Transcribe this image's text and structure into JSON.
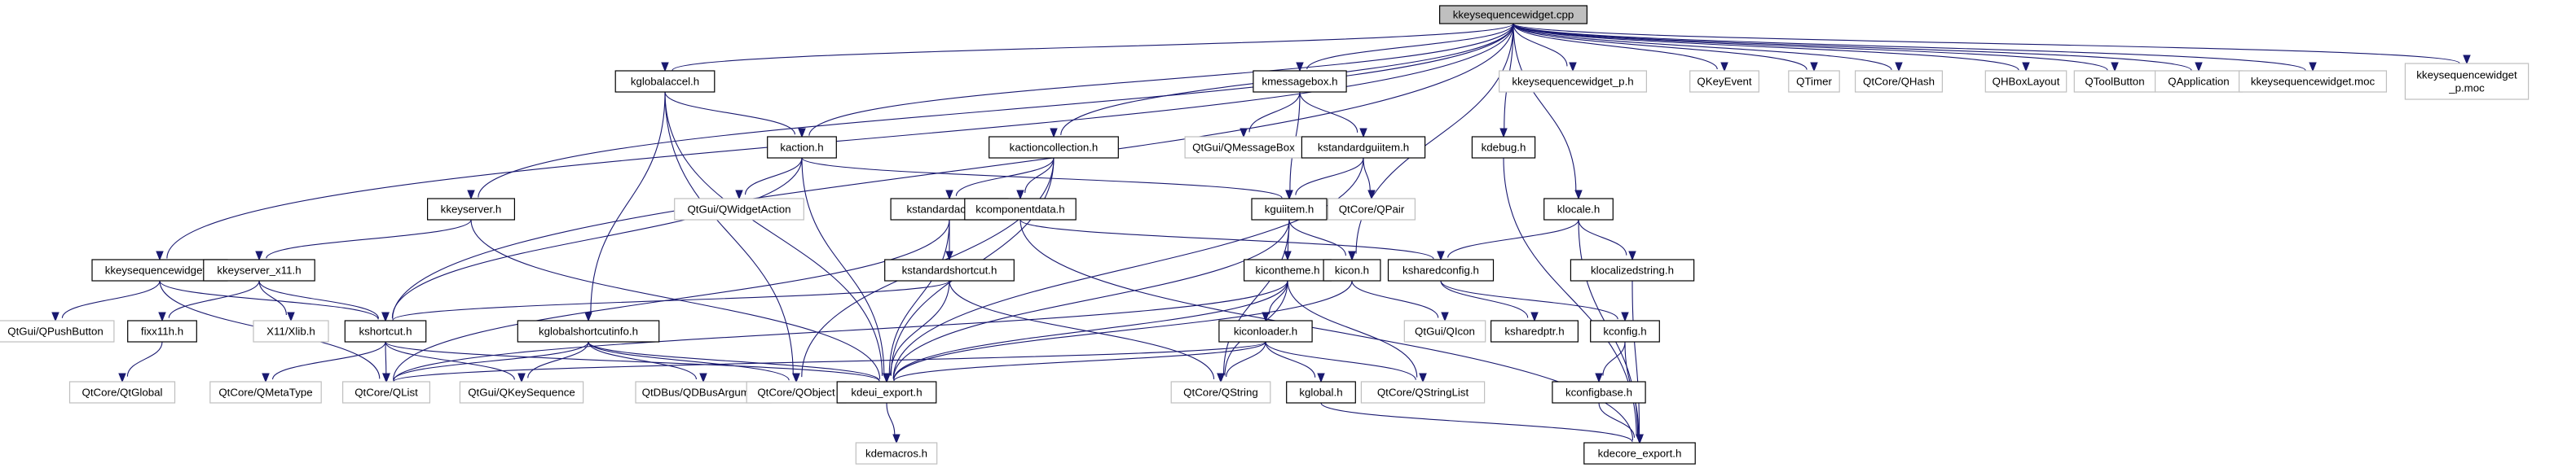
{
  "title": "kkeysequencewidget.cpp include dependency graph",
  "colors": {
    "edge": "#191970",
    "root_fill": "#bfbfbf",
    "internal_border": "#000000",
    "external_border": "#bfbfbf"
  },
  "nodes": [
    {
      "id": "root",
      "label": "kkeysequencewidget.cpp",
      "kind": "root"
    },
    {
      "id": "kglobalaccel",
      "label": "kglobalaccel.h",
      "kind": "internal"
    },
    {
      "id": "kmessagebox",
      "label": "kmessagebox.h",
      "kind": "internal"
    },
    {
      "id": "kkeysequencewidget_p_h",
      "label": "kkeysequencewidget_p.h",
      "kind": "external"
    },
    {
      "id": "QKeyEvent",
      "label": "QKeyEvent",
      "kind": "external"
    },
    {
      "id": "QTimer",
      "label": "QTimer",
      "kind": "external"
    },
    {
      "id": "QHash",
      "label": "QtCore/QHash",
      "kind": "external"
    },
    {
      "id": "QHBoxLayout",
      "label": "QHBoxLayout",
      "kind": "external"
    },
    {
      "id": "QToolButton",
      "label": "QToolButton",
      "kind": "external"
    },
    {
      "id": "QApplication",
      "label": "QApplication",
      "kind": "external"
    },
    {
      "id": "kkeysequencewidget_moc",
      "label": "kkeysequencewidget.moc",
      "kind": "external"
    },
    {
      "id": "kkeysequencewidget_p_moc",
      "label": [
        "kkeysequencewidget",
        "_p.moc"
      ],
      "kind": "external"
    },
    {
      "id": "kaction",
      "label": "kaction.h",
      "kind": "internal"
    },
    {
      "id": "kactioncollection",
      "label": "kactioncollection.h",
      "kind": "internal"
    },
    {
      "id": "QMessageBox",
      "label": "QtGui/QMessageBox",
      "kind": "external"
    },
    {
      "id": "kstandardguiitem",
      "label": "kstandardguiitem.h",
      "kind": "internal"
    },
    {
      "id": "kdebug",
      "label": "kdebug.h",
      "kind": "internal"
    },
    {
      "id": "kkeyserver",
      "label": "kkeyserver.h",
      "kind": "internal"
    },
    {
      "id": "QWidgetAction",
      "label": "QtGui/QWidgetAction",
      "kind": "external"
    },
    {
      "id": "kstandardaction",
      "label": "kstandardaction.h",
      "kind": "internal"
    },
    {
      "id": "kcomponentdata",
      "label": "kcomponentdata.h",
      "kind": "internal"
    },
    {
      "id": "kguiitem",
      "label": "kguiitem.h",
      "kind": "internal"
    },
    {
      "id": "QPair",
      "label": "QtCore/QPair",
      "kind": "external"
    },
    {
      "id": "klocale",
      "label": "klocale.h",
      "kind": "internal"
    },
    {
      "id": "kkeysequencewidget_h",
      "label": "kkeysequencewidget.h",
      "kind": "internal"
    },
    {
      "id": "kkeyserver_x11",
      "label": "kkeyserver_x11.h",
      "kind": "internal"
    },
    {
      "id": "kstandardshortcut",
      "label": "kstandardshortcut.h",
      "kind": "internal"
    },
    {
      "id": "kicontheme",
      "label": "kicontheme.h",
      "kind": "internal"
    },
    {
      "id": "kicon",
      "label": "kicon.h",
      "kind": "internal"
    },
    {
      "id": "ksharedconfig",
      "label": "ksharedconfig.h",
      "kind": "internal"
    },
    {
      "id": "klocalizedstring",
      "label": "klocalizedstring.h",
      "kind": "internal"
    },
    {
      "id": "QPushButton",
      "label": "QtGui/QPushButton",
      "kind": "external"
    },
    {
      "id": "fixx11h",
      "label": "fixx11h.h",
      "kind": "internal"
    },
    {
      "id": "Xlib",
      "label": "X11/Xlib.h",
      "kind": "external"
    },
    {
      "id": "kshortcut",
      "label": "kshortcut.h",
      "kind": "internal"
    },
    {
      "id": "kglobalshortcutinfo",
      "label": "kglobalshortcutinfo.h",
      "kind": "internal"
    },
    {
      "id": "kiconloader",
      "label": "kiconloader.h",
      "kind": "internal"
    },
    {
      "id": "QIcon",
      "label": "QtGui/QIcon",
      "kind": "external"
    },
    {
      "id": "ksharedptr",
      "label": "ksharedptr.h",
      "kind": "internal"
    },
    {
      "id": "kconfig",
      "label": "kconfig.h",
      "kind": "internal"
    },
    {
      "id": "QtGlobal",
      "label": "QtCore/QtGlobal",
      "kind": "external"
    },
    {
      "id": "QMetaType",
      "label": "QtCore/QMetaType",
      "kind": "external"
    },
    {
      "id": "QList",
      "label": "QtCore/QList",
      "kind": "external"
    },
    {
      "id": "QKeySequence",
      "label": "QtGui/QKeySequence",
      "kind": "external"
    },
    {
      "id": "QDBusArgument",
      "label": "QtDBus/QDBusArgument",
      "kind": "external"
    },
    {
      "id": "QObject",
      "label": "QtCore/QObject",
      "kind": "external"
    },
    {
      "id": "kdeui_export",
      "label": "kdeui_export.h",
      "kind": "internal"
    },
    {
      "id": "QString",
      "label": "QtCore/QString",
      "kind": "external"
    },
    {
      "id": "kglobal",
      "label": "kglobal.h",
      "kind": "internal"
    },
    {
      "id": "QStringList",
      "label": "QtCore/QStringList",
      "kind": "external"
    },
    {
      "id": "kconfigbase",
      "label": "kconfigbase.h",
      "kind": "internal"
    },
    {
      "id": "kdemacros",
      "label": "kdemacros.h",
      "kind": "external"
    },
    {
      "id": "kdecore_export",
      "label": "kdecore_export.h",
      "kind": "internal"
    }
  ],
  "edges": [
    [
      "root",
      "kglobalaccel"
    ],
    [
      "root",
      "kmessagebox"
    ],
    [
      "root",
      "kkeysequencewidget_p_h"
    ],
    [
      "root",
      "QKeyEvent"
    ],
    [
      "root",
      "QTimer"
    ],
    [
      "root",
      "QHash"
    ],
    [
      "root",
      "QHBoxLayout"
    ],
    [
      "root",
      "QToolButton"
    ],
    [
      "root",
      "QApplication"
    ],
    [
      "root",
      "kkeysequencewidget_moc"
    ],
    [
      "root",
      "kkeysequencewidget_p_moc"
    ],
    [
      "root",
      "kaction"
    ],
    [
      "root",
      "kactioncollection"
    ],
    [
      "root",
      "kdebug"
    ],
    [
      "root",
      "kkeyserver"
    ],
    [
      "root",
      "klocale"
    ],
    [
      "root",
      "kkeysequencewidget_h"
    ],
    [
      "root",
      "kicon"
    ],
    [
      "root",
      "kshortcut"
    ],
    [
      "kglobalaccel",
      "kaction"
    ],
    [
      "kglobalaccel",
      "kglobalshortcutinfo"
    ],
    [
      "kglobalaccel",
      "QObject"
    ],
    [
      "kglobalaccel",
      "kdeui_export"
    ],
    [
      "kmessagebox",
      "QMessageBox"
    ],
    [
      "kmessagebox",
      "kstandardguiitem"
    ],
    [
      "kmessagebox",
      "kguiitem"
    ],
    [
      "kaction",
      "QWidgetAction"
    ],
    [
      "kaction",
      "kguiitem"
    ],
    [
      "kaction",
      "kshortcut"
    ],
    [
      "kaction",
      "kdeui_export"
    ],
    [
      "kactioncollection",
      "kstandardaction"
    ],
    [
      "kactioncollection",
      "kcomponentdata"
    ],
    [
      "kactioncollection",
      "QObject"
    ],
    [
      "kactioncollection",
      "kdeui_export"
    ],
    [
      "kstandardguiitem",
      "kguiitem"
    ],
    [
      "kstandardguiitem",
      "QPair"
    ],
    [
      "kstandardguiitem",
      "kdeui_export"
    ],
    [
      "kdebug",
      "kdecore_export"
    ],
    [
      "kkeyserver",
      "kkeyserver_x11"
    ],
    [
      "kkeyserver",
      "kdeui_export"
    ],
    [
      "kstandardaction",
      "kstandardshortcut"
    ],
    [
      "kstandardaction",
      "QList"
    ],
    [
      "kstandardaction",
      "kdeui_export"
    ],
    [
      "kcomponentdata",
      "ksharedconfig"
    ],
    [
      "kcomponentdata",
      "kdecore_export"
    ],
    [
      "kguiitem",
      "kicontheme"
    ],
    [
      "kguiitem",
      "kicon"
    ],
    [
      "kguiitem",
      "QString"
    ],
    [
      "kguiitem",
      "kdeui_export"
    ],
    [
      "klocale",
      "ksharedconfig"
    ],
    [
      "klocale",
      "klocalizedstring"
    ],
    [
      "klocale",
      "kdecore_export"
    ],
    [
      "kkeysequencewidget_h",
      "QPushButton"
    ],
    [
      "kkeysequencewidget_h",
      "kshortcut"
    ],
    [
      "kkeysequencewidget_h",
      "QList"
    ],
    [
      "kkeyserver_x11",
      "fixx11h"
    ],
    [
      "kkeyserver_x11",
      "Xlib"
    ],
    [
      "kkeyserver_x11",
      "kshortcut"
    ],
    [
      "kstandardshortcut",
      "kshortcut"
    ],
    [
      "kstandardshortcut",
      "QString"
    ],
    [
      "kstandardshortcut",
      "kdeui_export"
    ],
    [
      "kicontheme",
      "kiconloader"
    ],
    [
      "kicontheme",
      "QList"
    ],
    [
      "kicontheme",
      "QString"
    ],
    [
      "kicontheme",
      "QStringList"
    ],
    [
      "kicontheme",
      "kdeui_export"
    ],
    [
      "kicon",
      "QIcon"
    ],
    [
      "kicon",
      "kdeui_export"
    ],
    [
      "ksharedconfig",
      "ksharedptr"
    ],
    [
      "ksharedconfig",
      "kconfig"
    ],
    [
      "klocalizedstring",
      "kdecore_export"
    ],
    [
      "fixx11h",
      "QtGlobal"
    ],
    [
      "kshortcut",
      "QMetaType"
    ],
    [
      "kshortcut",
      "QList"
    ],
    [
      "kshortcut",
      "QKeySequence"
    ],
    [
      "kshortcut",
      "kdeui_export"
    ],
    [
      "kglobalshortcutinfo",
      "QList"
    ],
    [
      "kglobalshortcutinfo",
      "QKeySequence"
    ],
    [
      "kglobalshortcutinfo",
      "QDBusArgument"
    ],
    [
      "kglobalshortcutinfo",
      "QObject"
    ],
    [
      "kglobalshortcutinfo",
      "kdeui_export"
    ],
    [
      "kiconloader",
      "QString"
    ],
    [
      "kiconloader",
      "kglobal"
    ],
    [
      "kiconloader",
      "QStringList"
    ],
    [
      "kiconloader",
      "QList"
    ],
    [
      "kiconloader",
      "kdeui_export"
    ],
    [
      "kconfig",
      "kconfigbase"
    ],
    [
      "kconfig",
      "kdecore_export"
    ],
    [
      "kconfigbase",
      "kdecore_export"
    ],
    [
      "kdeui_export",
      "kdemacros"
    ],
    [
      "kglobal",
      "kdecore_export"
    ]
  ]
}
